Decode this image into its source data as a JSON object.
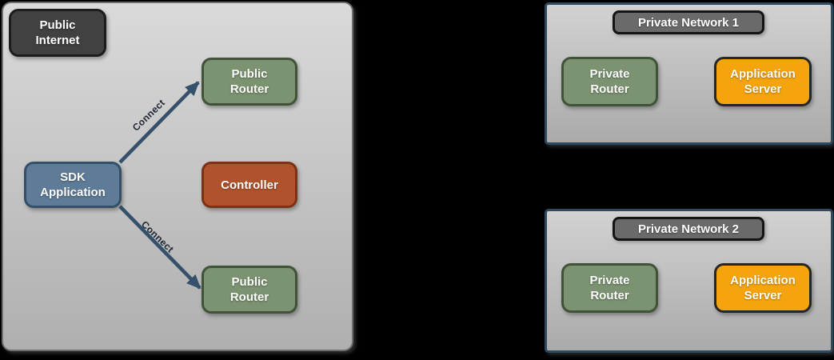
{
  "colors": {
    "canvas_background": "#000000",
    "panel_fill_top": "#DADADA",
    "panel_fill_bottom": "#AFAFAF",
    "left_panel_border": "#6E6E6E",
    "private_panel_border": "#2E4A5E",
    "dark_node_fill": "#414141",
    "dark_node_border": "#1C1C1C",
    "network_title_fill": "#6A6A6A",
    "router_node_fill": "#7B9370",
    "router_node_border": "#41523B",
    "sdk_node_fill": "#5E7B97",
    "sdk_node_border": "#344F69",
    "controller_node_fill": "#B0532D",
    "controller_node_border": "#7B3113",
    "app_server_node_fill": "#F5A40D",
    "app_server_node_border": "#262626",
    "arrow_color": "#34506B",
    "connect_label_color": "#1D2633",
    "node_text_color": "#FFFFFF"
  },
  "public_internet_zone": {
    "label": "Public Internet",
    "nodes": {
      "public_router_top": "Public Router",
      "sdk_application": "SDK Application",
      "controller": "Controller",
      "public_router_bottom": "Public Router"
    },
    "connections": [
      {
        "label": "Connect",
        "from": "sdk_application",
        "to": "public_router_top"
      },
      {
        "label": "Connect",
        "from": "sdk_application",
        "to": "public_router_bottom"
      }
    ]
  },
  "private_networks": [
    {
      "title": "Private Network 1",
      "nodes": {
        "private_router": "Private Router",
        "application_server": "Application Server"
      }
    },
    {
      "title": "Private Network 2",
      "nodes": {
        "private_router": "Private Router",
        "application_server": "Application Server"
      }
    }
  ]
}
